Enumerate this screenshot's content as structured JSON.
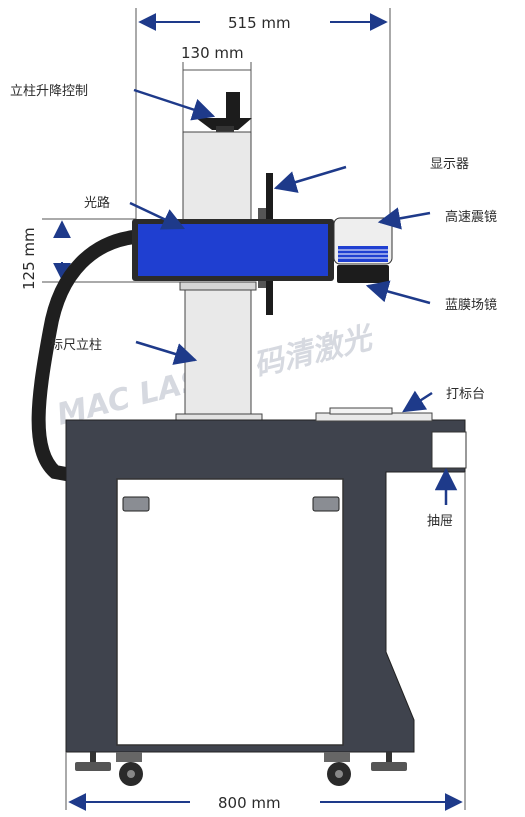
{
  "dimensions": {
    "top_width": "515 mm",
    "column_width": "130 mm",
    "head_height": "125 mm",
    "base_width": "800 mm"
  },
  "labels": {
    "column_lift": "立柱升降控制",
    "display": "显示器",
    "optical_path": "光路",
    "galvo": "高速震镜",
    "field_lens": "蓝膜场镜",
    "scale_column": "标尺立柱",
    "work_table": "打标台",
    "drawer": "抽屉"
  },
  "watermark": "MAC LASER 码清激光",
  "colors": {
    "arrow": "#1e3a8a",
    "head_blue": "#1f3fd1",
    "cabinet": "#3f434d",
    "column": "#e9e9e9"
  }
}
